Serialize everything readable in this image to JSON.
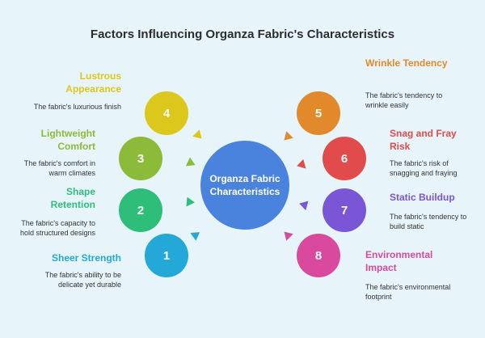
{
  "title": "Factors Influencing Organza Fabric's Characteristics",
  "center": {
    "label": "Organza Fabric Characteristics"
  },
  "factors": [
    {
      "number": "1",
      "title": "Sheer Strength",
      "description": "The fabric's ability to be delicate yet durable",
      "color": "#24a8d8"
    },
    {
      "number": "2",
      "title": "Shape Retention",
      "description": "The fabric's capacity to hold structured designs",
      "color": "#2fbe7a"
    },
    {
      "number": "3",
      "title": "Lightweight Comfort",
      "description": "The fabric's comfort in warm climates",
      "color": "#8bbb38"
    },
    {
      "number": "4",
      "title": "Lustrous Appearance",
      "description": "The fabric's luxurious finish",
      "color": "#dcc81c"
    },
    {
      "number": "5",
      "title": "Wrinkle Tendency",
      "description": "The fabric's tendency to wrinkle easily",
      "color": "#e2892b"
    },
    {
      "number": "6",
      "title": "Snag and Fray Risk",
      "description": "The fabric's risk of snagging and fraying",
      "color": "#e24b4b"
    },
    {
      "number": "7",
      "title": "Static Buildup",
      "description": "The fabric's tendency to build static",
      "color": "#7a55d6"
    },
    {
      "number": "8",
      "title": "Environmental Impact",
      "description": "The fabric's environmental footprint",
      "color": "#d94a9e"
    }
  ]
}
